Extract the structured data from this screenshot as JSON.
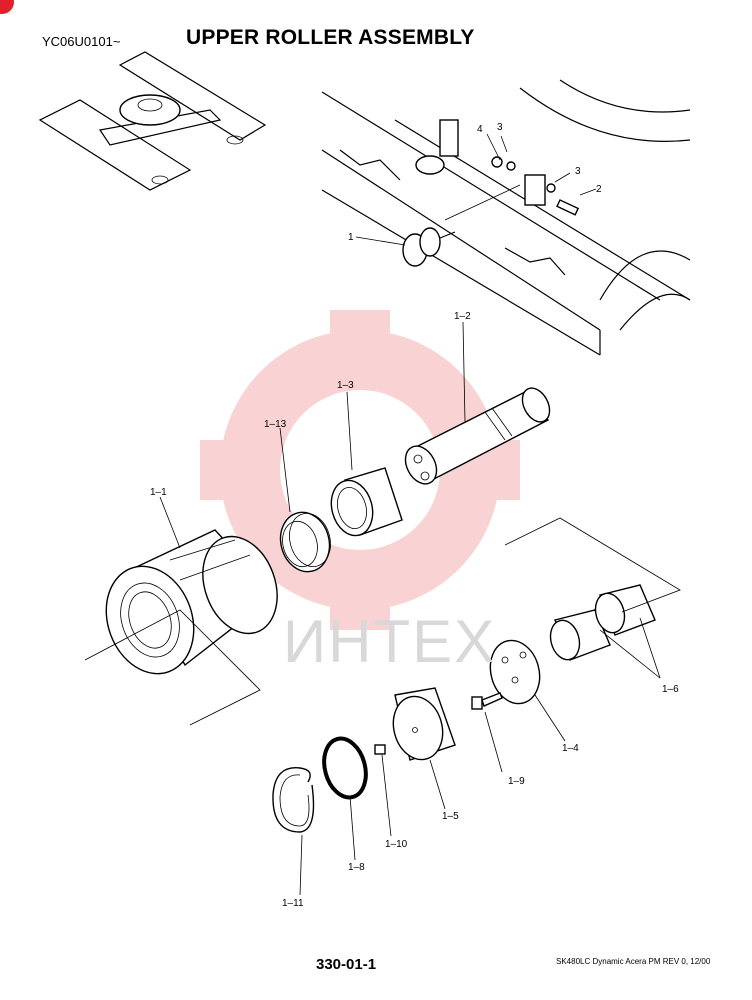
{
  "header": {
    "serial": "YC06U0101~",
    "title": "UPPER ROLLER ASSEMBLY"
  },
  "watermark": {
    "text": "ИНТЕХ",
    "color": "#f9d3d3"
  },
  "callouts": {
    "p1": "1",
    "p2": "2",
    "p3a": "3",
    "p3b": "3",
    "p4": "4",
    "p1_1": "1–1",
    "p1_2": "1–2",
    "p1_3": "1–3",
    "p1_4": "1–4",
    "p1_5": "1–5",
    "p1_6": "1–6",
    "p1_8": "1–8",
    "p1_9": "1–9",
    "p1_10": "1–10",
    "p1_11": "1–11",
    "p1_13": "1–13"
  },
  "footer": {
    "page_number": "330-01-1",
    "model_info": "SK480LC Dynamic Acera PM REV 0, 12/00"
  },
  "colors": {
    "accent_red": "#e0202a",
    "line": "#000000"
  }
}
